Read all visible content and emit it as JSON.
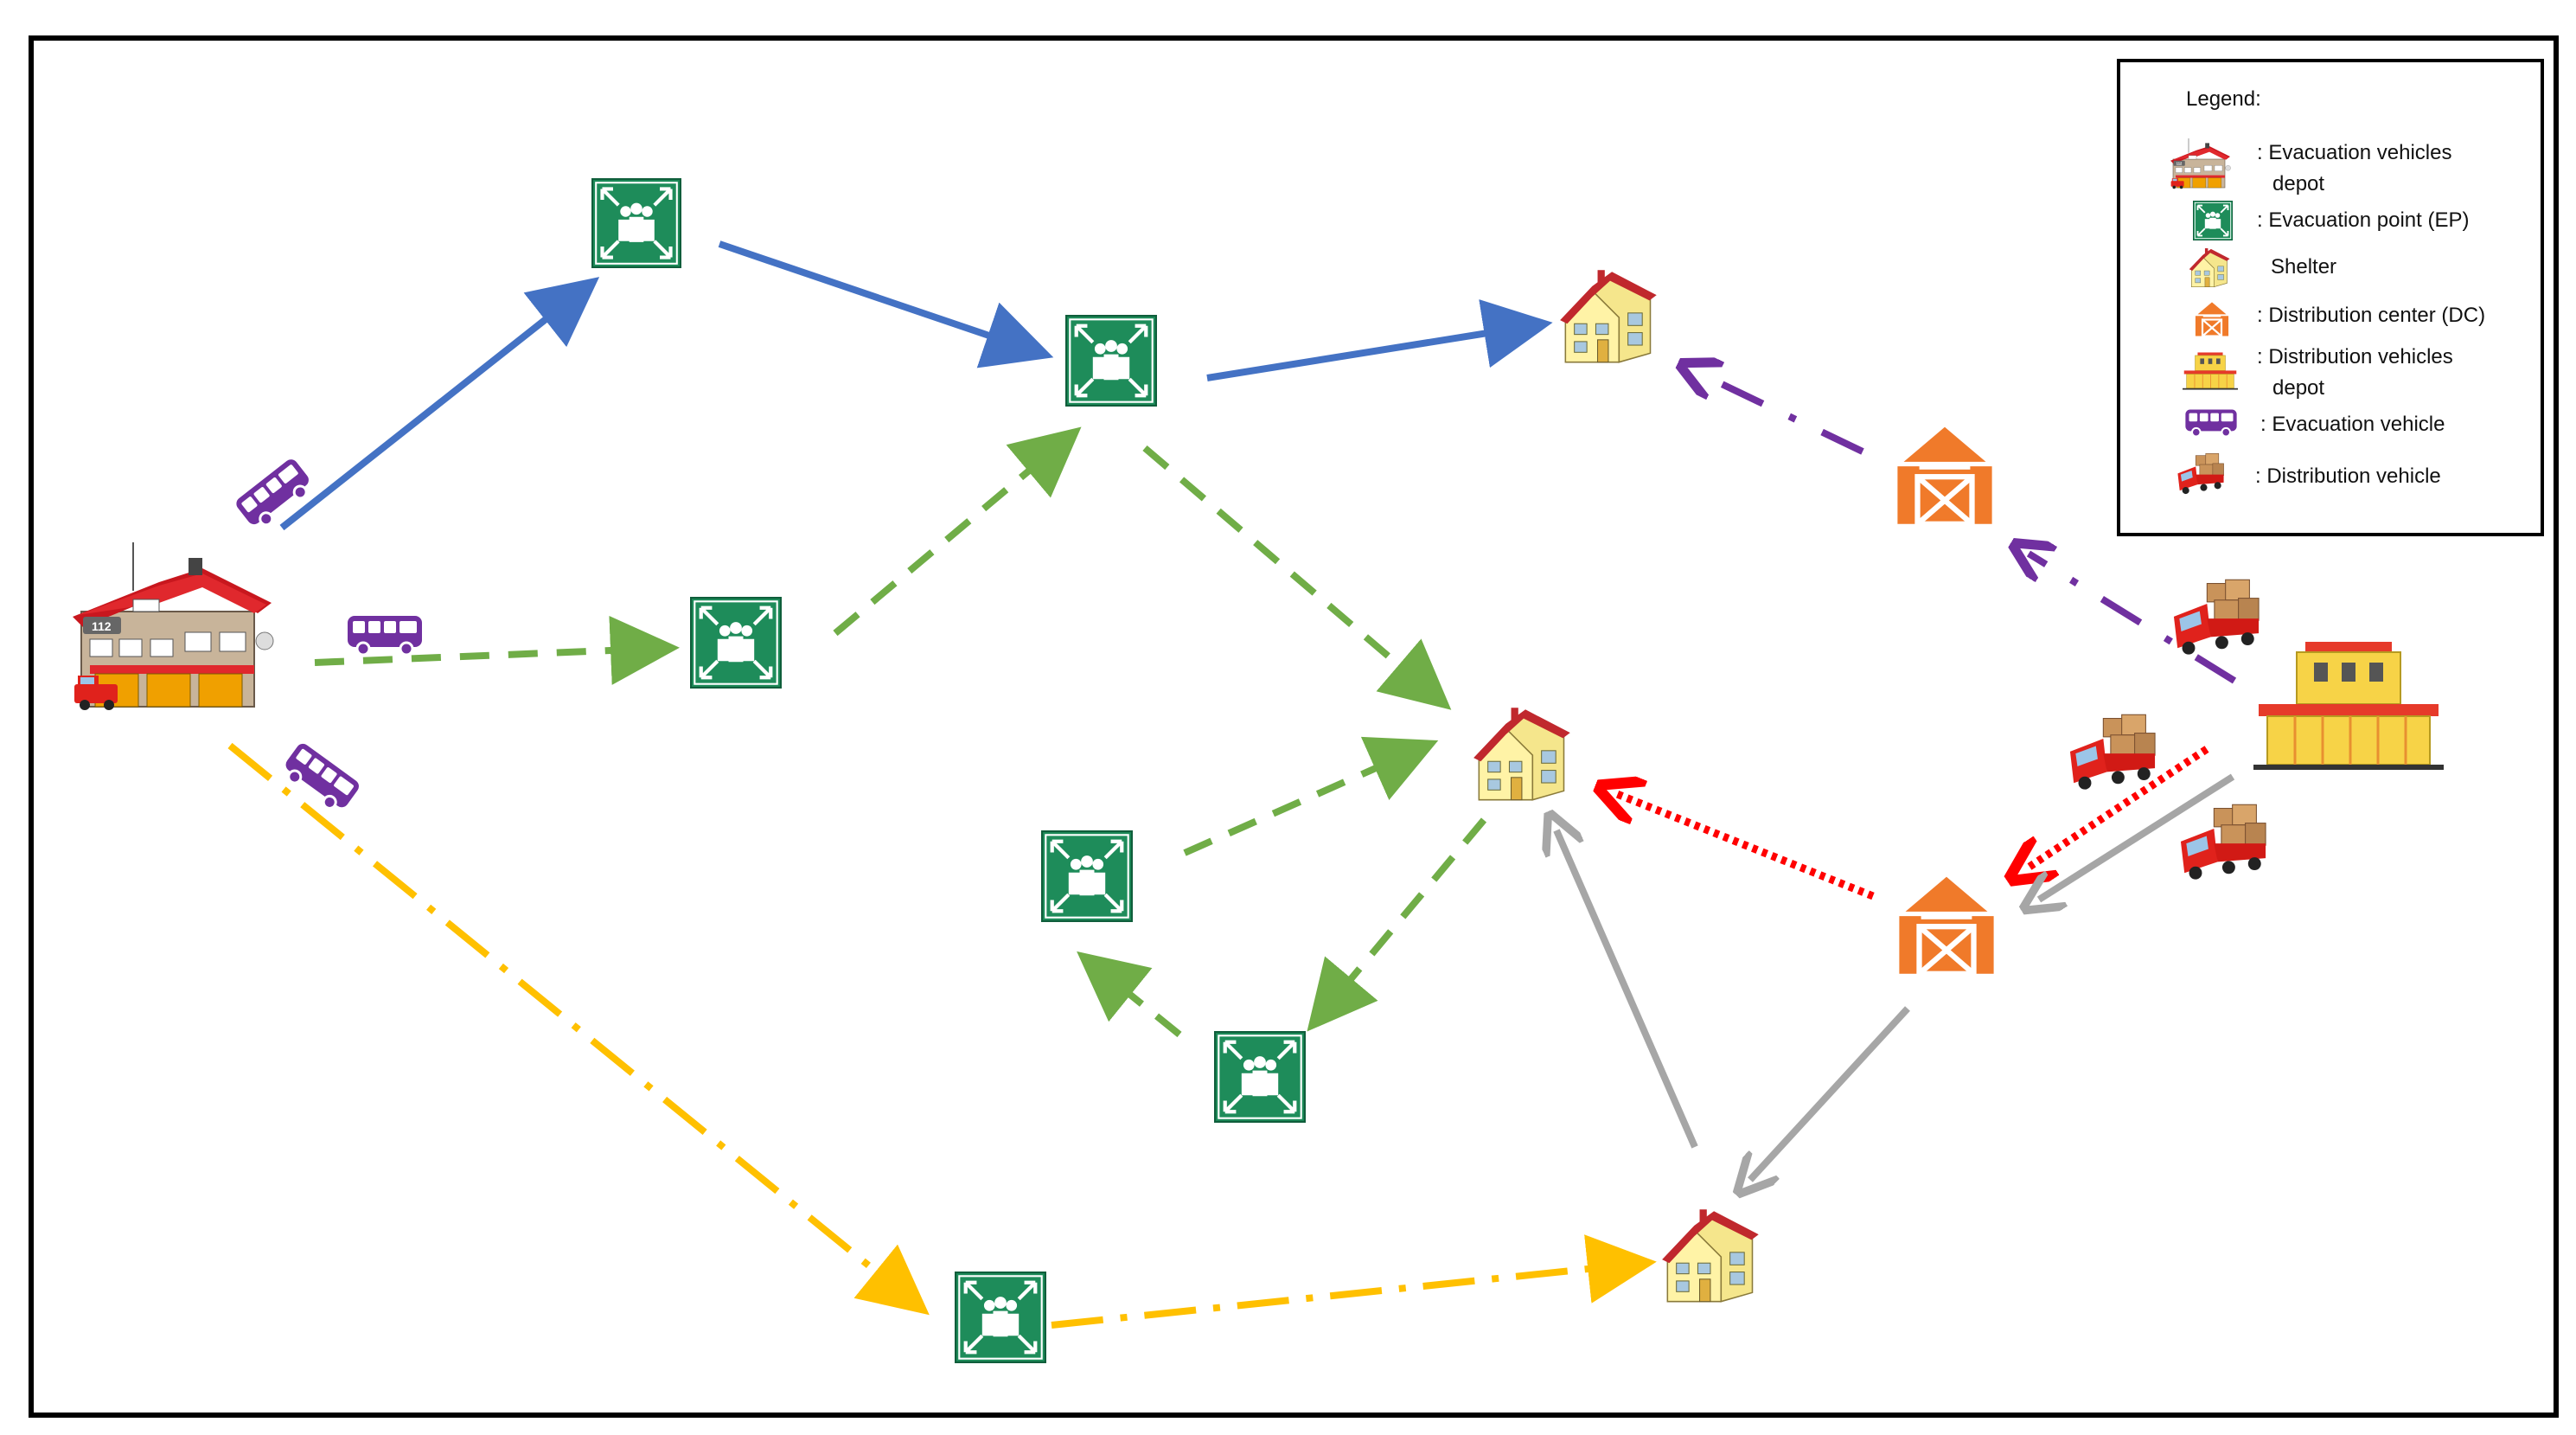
{
  "colors": {
    "route_blue": "#4472C4",
    "route_green": "#70AD47",
    "route_yellow": "#FFC000",
    "route_purple": "#7030A0",
    "route_red": "#FF0000",
    "route_gray": "#A6A6A6",
    "ep_green": "#1E8C5A",
    "dc_orange": "#F07A2A",
    "shelter_wall": "#FFF3A6",
    "roof_red": "#C0282D",
    "bus_purple": "#7030A0",
    "frame": "#000000"
  },
  "icons": {
    "evacuation_depot": "fire-station-icon",
    "evacuation_point": "assembly-point-icon",
    "shelter": "house-icon",
    "distribution_center": "barn-icon",
    "distribution_depot": "warehouse-icon",
    "evacuation_vehicle": "bus-icon",
    "distribution_vehicle": "truck-icon"
  },
  "depot_badge": "112",
  "legend": {
    "title": "Legend:",
    "items": [
      {
        "icon": "fire-station-icon",
        "line1": ": Evacuation vehicles",
        "line2": "depot"
      },
      {
        "icon": "assembly-point-icon",
        "line1": ": Evacuation point (EP)",
        "line2": ""
      },
      {
        "icon": "house-icon",
        "line1": "Shelter",
        "line2": ""
      },
      {
        "icon": "barn-icon",
        "line1": ": Distribution center (DC)",
        "line2": ""
      },
      {
        "icon": "warehouse-icon",
        "line1": ": Distribution vehicles",
        "line2": "depot"
      },
      {
        "icon": "bus-icon",
        "line1": ": Evacuation vehicle",
        "line2": ""
      },
      {
        "icon": "truck-icon",
        "line1": ": Distribution vehicle",
        "line2": ""
      }
    ]
  }
}
